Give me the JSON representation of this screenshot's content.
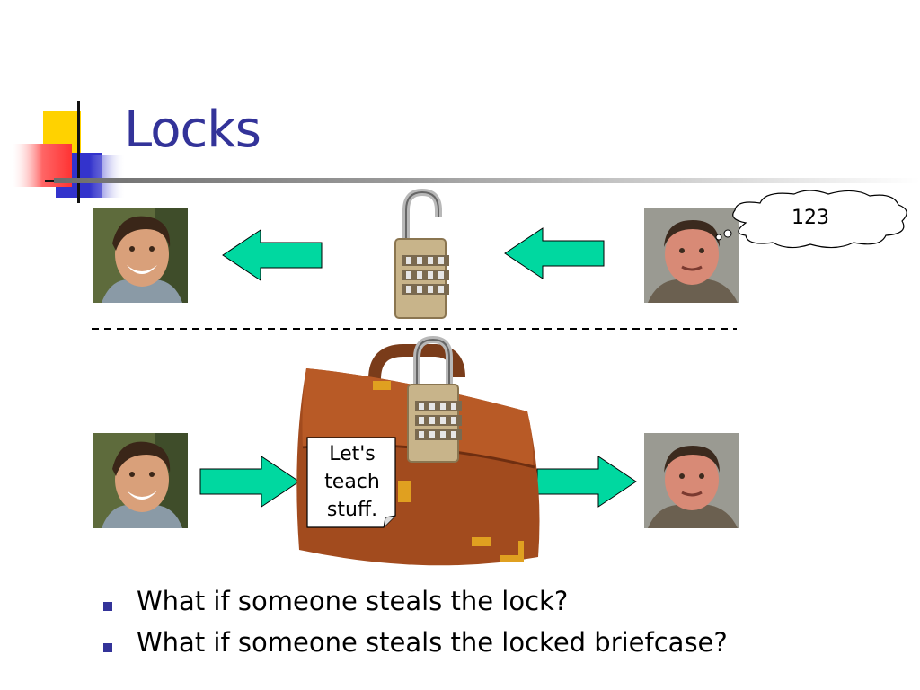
{
  "slide": {
    "title": "Locks",
    "thought_bubble_text": "123",
    "note_text_lines": [
      "Let's",
      "teach",
      "stuff."
    ],
    "bullets": [
      "What if someone steals the lock?",
      "What if someone steals the locked briefcase?"
    ]
  },
  "colors": {
    "title": "#333399",
    "arrow_fill": "#00d8a0",
    "bullet": "#333399"
  },
  "icons": {
    "decoration": "title-decoration-squares",
    "lock": "combination-padlock-icon",
    "briefcase": "briefcase-icon",
    "arrow": "arrow-icon"
  }
}
